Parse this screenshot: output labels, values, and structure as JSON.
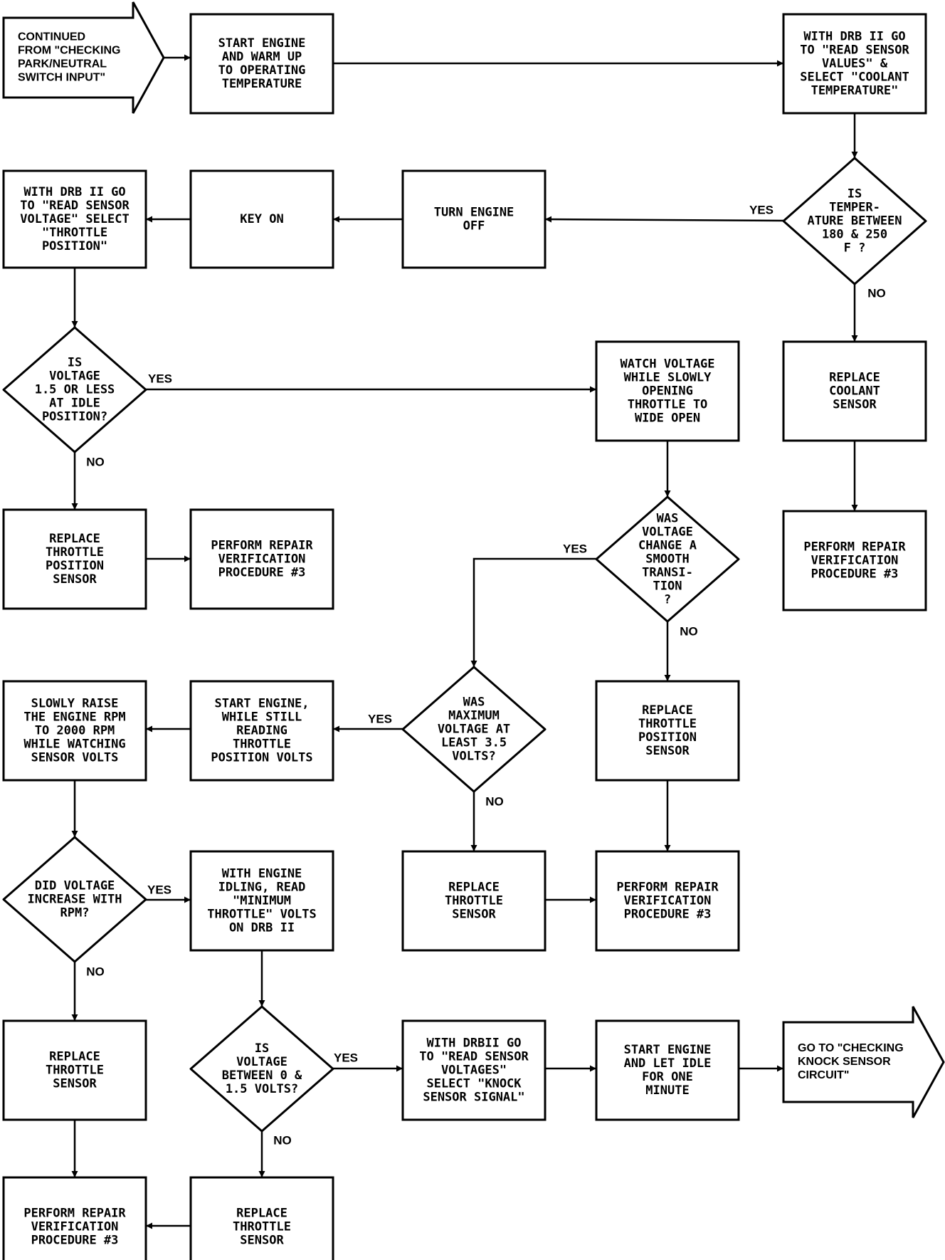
{
  "flowchart": {
    "start_terminal": [
      "CONTINUED",
      "FROM \"CHECKING",
      "PARK/NEUTRAL",
      "SWITCH INPUT\""
    ],
    "end_terminal": [
      "GO TO \"CHECKING",
      "KNOCK SENSOR",
      "CIRCUIT\""
    ],
    "start_engine_warm": [
      "START ENGINE",
      "AND WARM UP",
      "TO OPERATING",
      "TEMPERATURE"
    ],
    "drb_coolant": [
      "WITH DRB II GO",
      "TO \"READ SENSOR",
      "VALUES\" &",
      "SELECT \"COOLANT",
      "TEMPERATURE\""
    ],
    "q_temp": [
      "IS",
      "TEMPER-",
      "ATURE BETWEEN",
      "180 & 250",
      "F ?"
    ],
    "turn_engine_off": [
      "TURN ENGINE",
      "OFF"
    ],
    "key_on": [
      "KEY ON"
    ],
    "drb_throttle": [
      "WITH DRB II GO",
      "TO \"READ SENSOR",
      "VOLTAGE\" SELECT",
      "\"THROTTLE",
      "POSITION\""
    ],
    "replace_coolant": [
      "REPLACE",
      "COOLANT",
      "SENSOR"
    ],
    "verify_coolant": [
      "PERFORM REPAIR",
      "VERIFICATION",
      "PROCEDURE #3"
    ],
    "q_idle": [
      "IS",
      "VOLTAGE",
      "1.5 OR LESS",
      "AT IDLE",
      "POSITION?"
    ],
    "watch_voltage": [
      "WATCH VOLTAGE",
      "WHILE SLOWLY",
      "OPENING",
      "THROTTLE TO",
      "WIDE OPEN"
    ],
    "replace_tps_1": [
      "REPLACE",
      "THROTTLE",
      "POSITION",
      "SENSOR"
    ],
    "verify_1": [
      "PERFORM REPAIR",
      "VERIFICATION",
      "PROCEDURE #3"
    ],
    "q_smooth": [
      "WAS",
      "VOLTAGE",
      "CHANGE A",
      "SMOOTH",
      "TRANSI-",
      "TION",
      "?"
    ],
    "replace_tps_2": [
      "REPLACE",
      "THROTTLE",
      "POSITION",
      "SENSOR"
    ],
    "q_max": [
      "WAS",
      "MAXIMUM",
      "VOLTAGE AT",
      "LEAST 3.5",
      "VOLTS?"
    ],
    "start_engine_reading": [
      "START ENGINE,",
      "WHILE STILL",
      "READING",
      "THROTTLE",
      "POSITION VOLTS"
    ],
    "raise_rpm": [
      "SLOWLY RAISE",
      "THE ENGINE RPM",
      "TO 2000 RPM",
      "WHILE WATCHING",
      "SENSOR VOLTS"
    ],
    "replace_throttle_1": [
      "REPLACE",
      "THROTTLE",
      "SENSOR"
    ],
    "verify_2": [
      "PERFORM REPAIR",
      "VERIFICATION",
      "PROCEDURE #3"
    ],
    "q_increase": [
      "DID VOLTAGE",
      "INCREASE WITH",
      "RPM?"
    ],
    "idle_min_throttle": [
      "WITH ENGINE",
      "IDLING, READ",
      "\"MINIMUM",
      "THROTTLE\" VOLTS",
      "ON DRB II"
    ],
    "replace_throttle_2": [
      "REPLACE",
      "THROTTLE",
      "SENSOR"
    ],
    "verify_3": [
      "PERFORM REPAIR",
      "VERIFICATION",
      "PROCEDURE #3"
    ],
    "q_between": [
      "IS",
      "VOLTAGE",
      "BETWEEN 0 &",
      "1.5 VOLTS?"
    ],
    "drb_knock": [
      "WITH DRBII GO",
      "TO \"READ SENSOR",
      "VOLTAGES\"",
      "SELECT \"KNOCK",
      "SENSOR SIGNAL\""
    ],
    "start_idle_minute": [
      "START ENGINE",
      "AND LET IDLE",
      "FOR ONE",
      "MINUTE"
    ],
    "replace_throttle_3": [
      "REPLACE",
      "THROTTLE",
      "SENSOR"
    ]
  },
  "branch_labels": {
    "yes": "YES",
    "no": "NO"
  }
}
